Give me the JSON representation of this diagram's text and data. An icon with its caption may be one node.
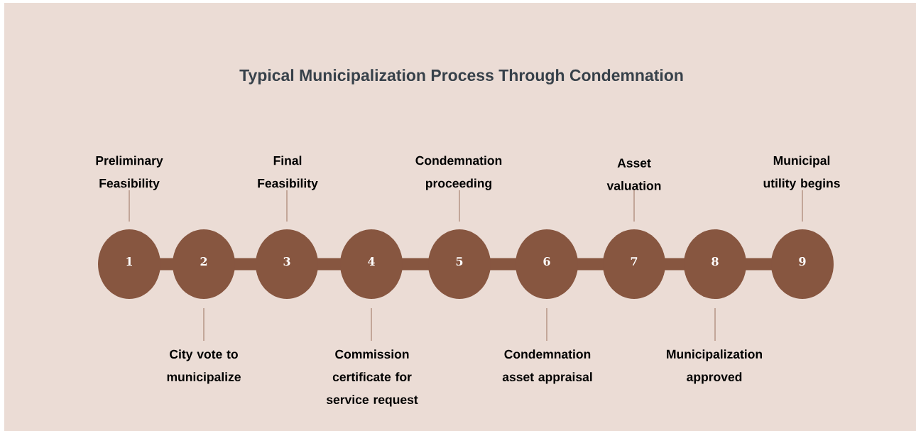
{
  "diagram": {
    "title": "Typical Municipalization Process Through Condemnation",
    "nodes": [
      {
        "text": [
          "1"
        ]
      },
      {
        "text": [
          "2"
        ]
      },
      {
        "text": [
          "3"
        ]
      },
      {
        "text": [
          "4"
        ]
      },
      {
        "text": [
          "5"
        ]
      },
      {
        "text": [
          "6"
        ]
      },
      {
        "text": [
          "7"
        ]
      },
      {
        "text": [
          "8"
        ]
      },
      {
        "text": [
          "9"
        ]
      },
      {
        "text": [
          "Preliminary Feasibility"
        ]
      },
      {
        "text": [
          "City vote to municipalize"
        ]
      },
      {
        "text": [
          "Final Feasibility"
        ]
      },
      {
        "text": [
          "Commission certificate for service request"
        ]
      },
      {
        "text": [
          "Condemnation proceeding"
        ]
      },
      {
        "text": [
          "Condemnation asset appraisal"
        ]
      },
      {
        "text": [
          "Asset valuation"
        ]
      },
      {
        "text": [
          "Municipalization approved"
        ]
      },
      {
        "text": [
          "Municipal utility begins"
        ]
      }
    ],
    "edges": [
      {
        "from": 0,
        "to": 1,
        "arrow": "none",
        "style": "thick"
      },
      {
        "from": 1,
        "to": 2,
        "arrow": "none",
        "style": "thick"
      },
      {
        "from": 2,
        "to": 3,
        "arrow": "none",
        "style": "thick"
      },
      {
        "from": 3,
        "to": 4,
        "arrow": "none",
        "style": "thick"
      },
      {
        "from": 4,
        "to": 5,
        "arrow": "none",
        "style": "thick"
      },
      {
        "from": 5,
        "to": 6,
        "arrow": "none",
        "style": "thick"
      },
      {
        "from": 6,
        "to": 7,
        "arrow": "none",
        "style": "thick"
      },
      {
        "from": 7,
        "to": 8,
        "arrow": "none",
        "style": "thick"
      },
      {
        "from": 9,
        "to": 0,
        "arrow": "none"
      },
      {
        "from": 10,
        "to": 1,
        "arrow": "none"
      },
      {
        "from": 11,
        "to": 2,
        "arrow": "none"
      },
      {
        "from": 12,
        "to": 3,
        "arrow": "none"
      },
      {
        "from": 13,
        "to": 4,
        "arrow": "none"
      },
      {
        "from": 14,
        "to": 5,
        "arrow": "none"
      },
      {
        "from": 15,
        "to": 6,
        "arrow": "none"
      },
      {
        "from": 16,
        "to": 7,
        "arrow": "none"
      },
      {
        "from": 17,
        "to": 8,
        "arrow": "none"
      }
    ]
  }
}
